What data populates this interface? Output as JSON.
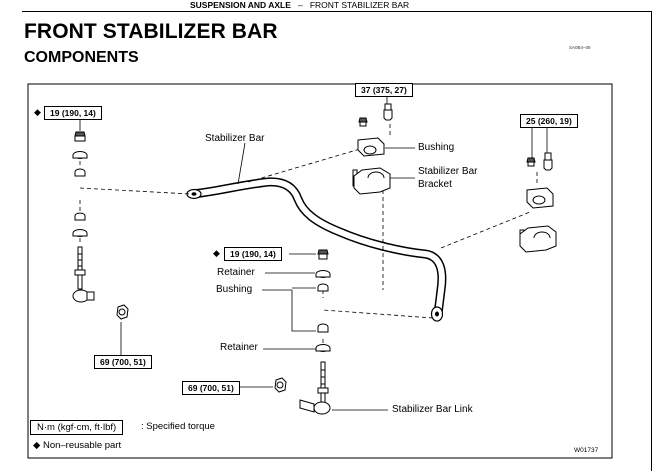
{
  "header": {
    "section": "SUSPENSION AND AXLE",
    "separator": "–",
    "subsection": "FRONT STABILIZER BAR"
  },
  "title": "FRONT STABILIZER BAR",
  "subtitle": "COMPONENTS",
  "figure_code": "SA0B4–08",
  "figure_id": "W01737",
  "labels": {
    "stabilizer_bar": "Stabilizer Bar",
    "bushing_top": "Bushing",
    "bracket_line1": "Stabilizer Bar",
    "bracket_line2": "Bracket",
    "retainer_upper": "Retainer",
    "bushing_mid": "Bushing",
    "retainer_lower": "Retainer",
    "link": "Stabilizer Bar Link"
  },
  "torques": {
    "t_top": "37 (375, 27)",
    "t_left": "19 (190, 14)",
    "t_right": "25 (260, 19)",
    "t_mid": "19 (190, 14)",
    "t_bottom_left": "69 (700, 51)",
    "t_bottom_center": "69 (700, 51)"
  },
  "legend": {
    "torque_unit": "N·m (kgf·cm, ft·lbf)",
    "torque_desc": ": Specified torque",
    "nonreusable_symbol": "◆",
    "nonreusable_desc": "Non–reusable part"
  }
}
